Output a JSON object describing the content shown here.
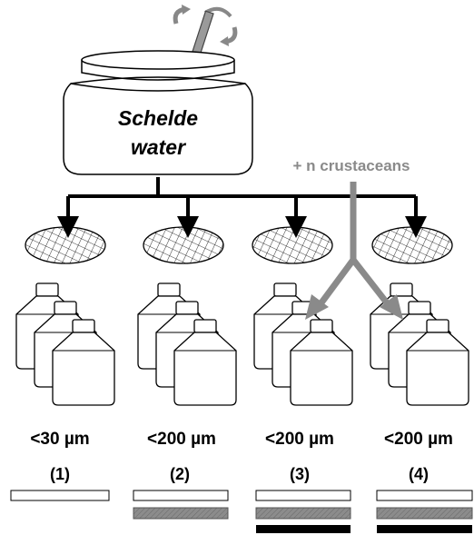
{
  "tub": {
    "label_line1": "Schelde",
    "label_line2": "water"
  },
  "crustaceans_label": "+ n crustaceans",
  "treatments": [
    {
      "size": "<30 µm",
      "number": "(1)",
      "bars": [
        "white"
      ]
    },
    {
      "size": "<200 µm",
      "number": "(2)",
      "bars": [
        "white",
        "gray"
      ]
    },
    {
      "size": "<200 µm",
      "number": "(3)",
      "bars": [
        "white",
        "gray",
        "black"
      ]
    },
    {
      "size": "<200 µm",
      "number": "(4)",
      "bars": [
        "white",
        "gray",
        "black"
      ]
    }
  ],
  "colors": {
    "white_bar": "#ffffff",
    "gray_bar": "#8c8c8c",
    "black_bar": "#000000",
    "crustacean_arrow": "#8a8a8a"
  },
  "icons": {
    "stirrer": "rotating-stirrer-icon",
    "filter": "mesh-filter-icon",
    "bottle": "culture-bottle-icon"
  }
}
